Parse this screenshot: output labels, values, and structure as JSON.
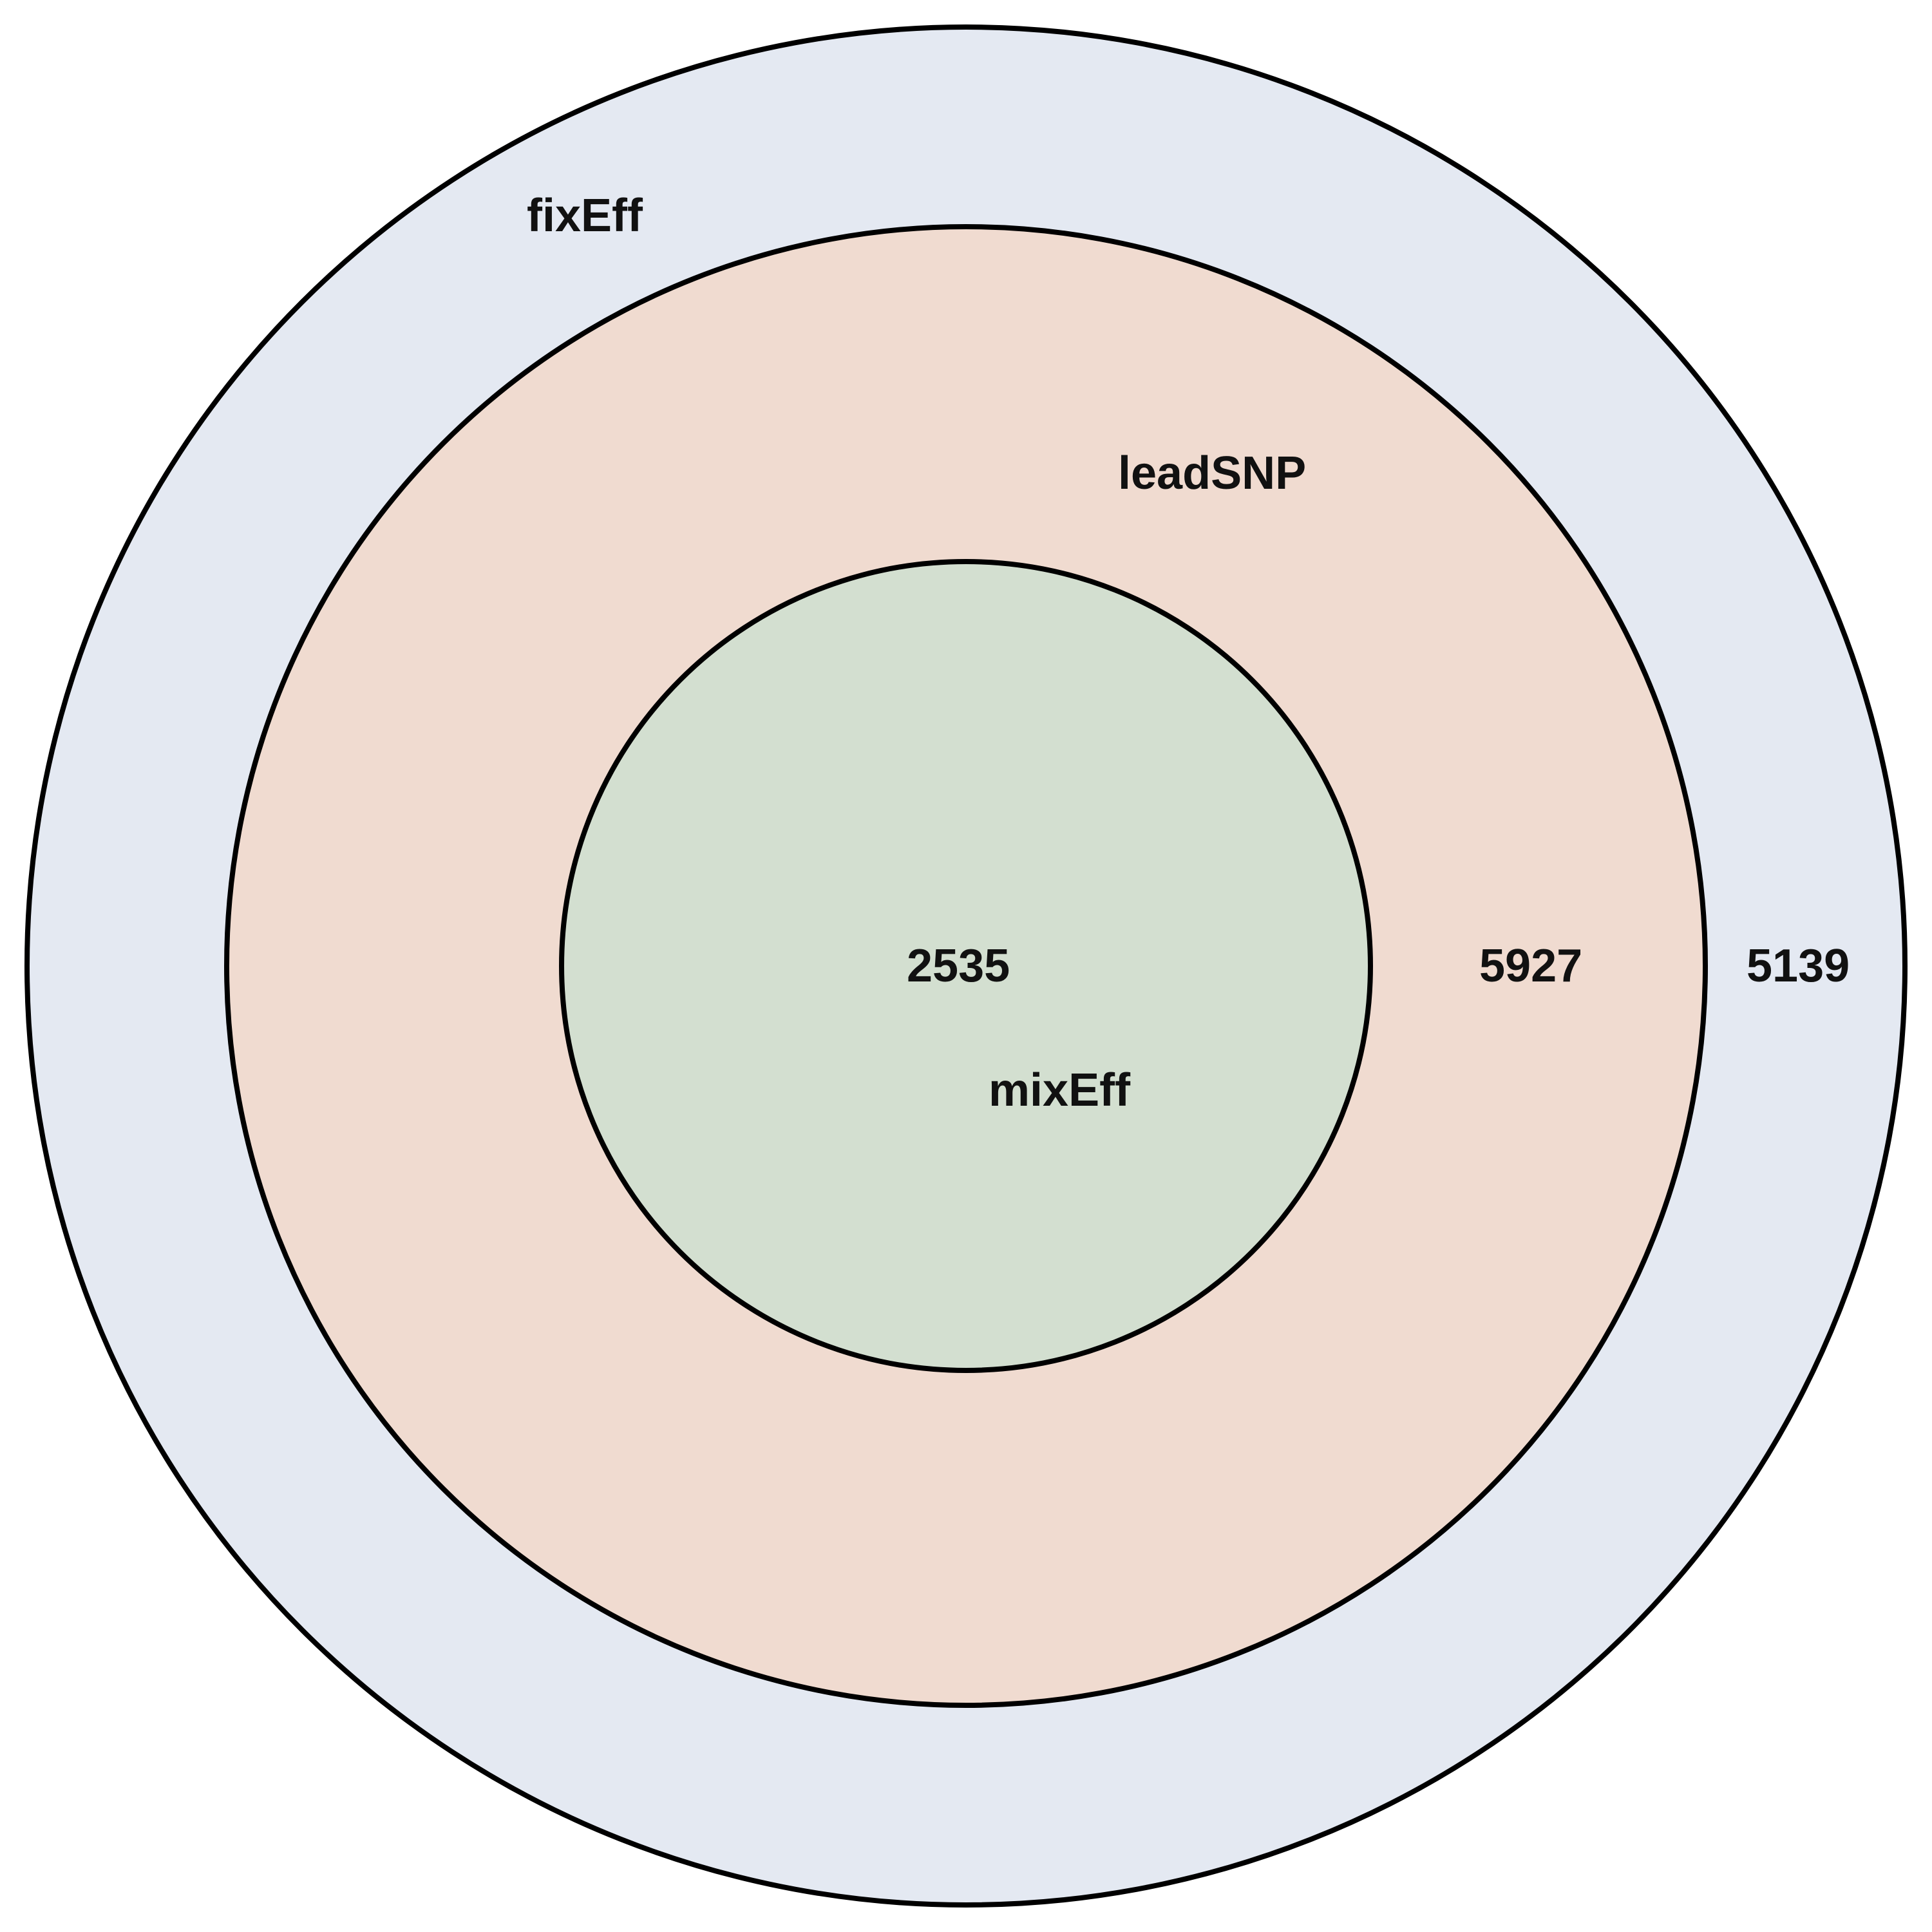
{
  "diagram": {
    "type": "nested-venn",
    "sets": [
      {
        "name": "fixEff",
        "exclusive_count": "5139",
        "fill": "#E4E9F2"
      },
      {
        "name": "leadSNP",
        "exclusive_count": "5927",
        "fill": "#F0DBD0"
      },
      {
        "name": "mixEff",
        "exclusive_count": "2535",
        "fill": "#D3DFD0"
      }
    ]
  }
}
